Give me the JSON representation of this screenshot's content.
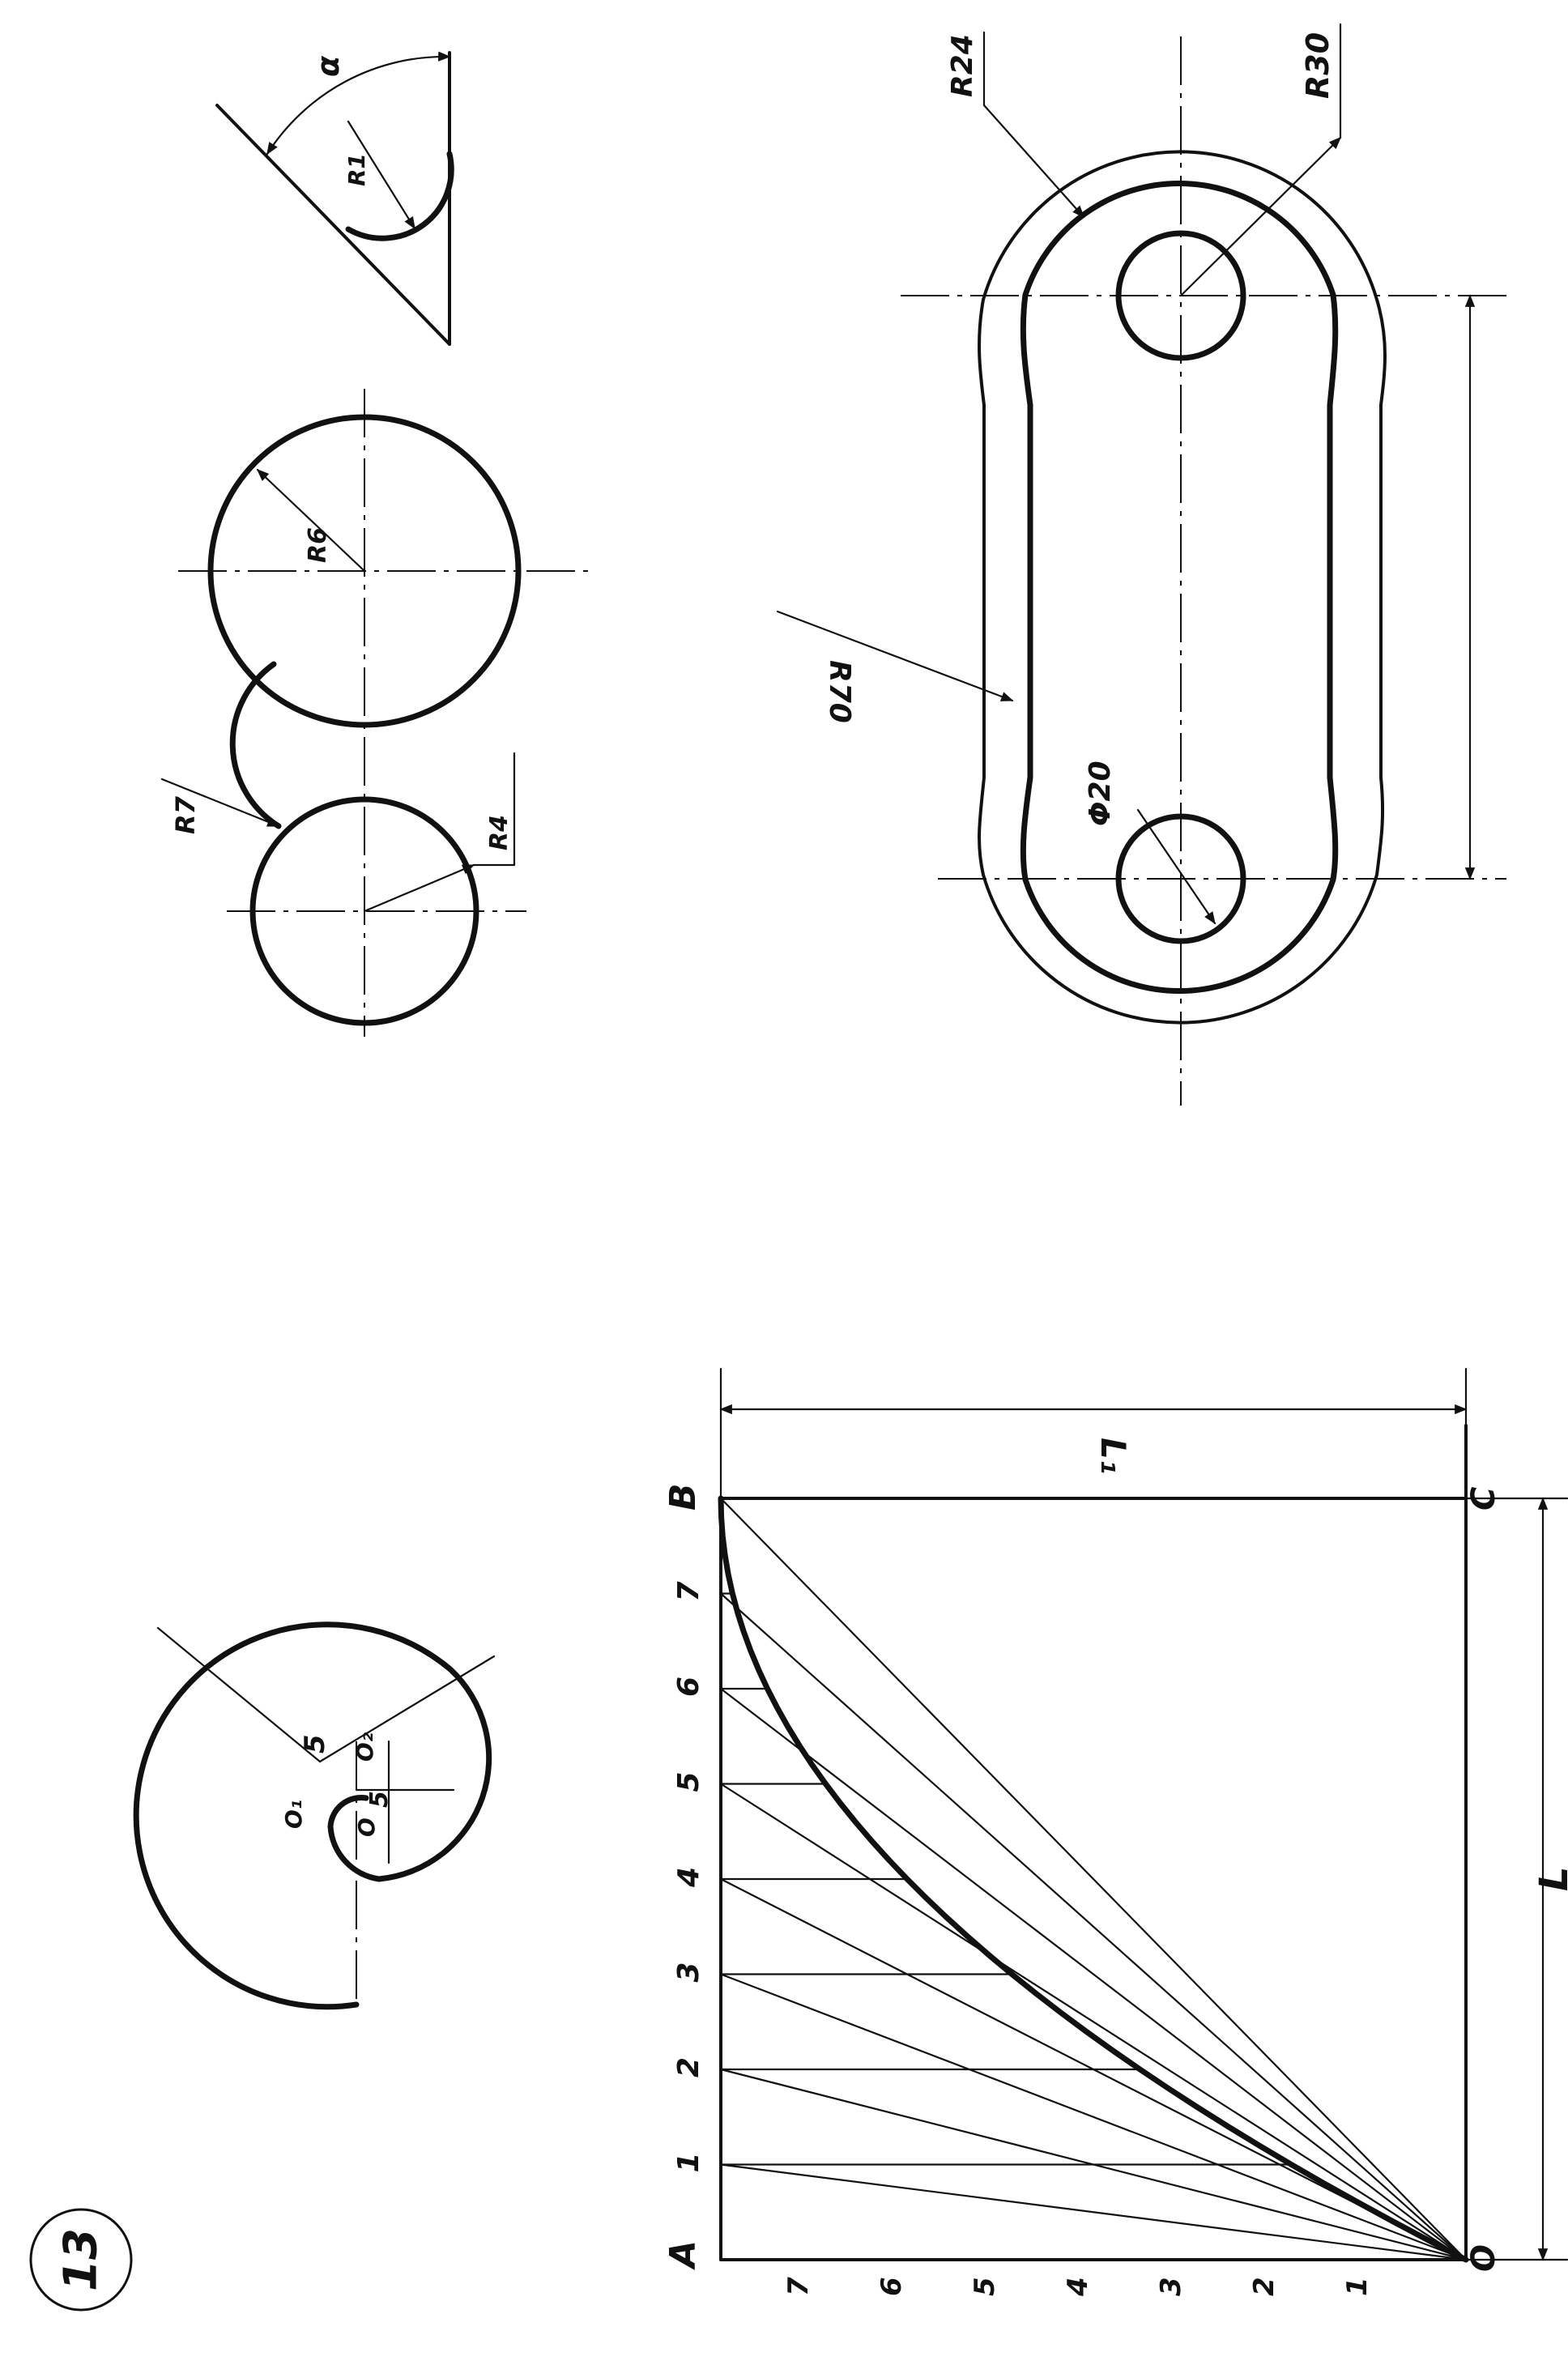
{
  "sheet": {
    "page_number": "13"
  },
  "cam_figure": {
    "labels": {
      "o1": "O₁",
      "o2": "O₂",
      "o": "O",
      "dim_a": "5",
      "dim_b": "5"
    }
  },
  "two_circles_figure": {
    "labels": {
      "r7": "R7",
      "r6": "R6",
      "r4": "R4"
    }
  },
  "corner_fillet_figure": {
    "labels": {
      "angle": "α",
      "r1": "R1"
    }
  },
  "link_plate_figure": {
    "labels": {
      "r24": "R24",
      "r30": "R30",
      "r70": "R70",
      "hole": "Φ20"
    }
  },
  "parabola_construction": {
    "corner_labels": {
      "a": "A",
      "b": "B",
      "c": "C",
      "o": "O"
    },
    "top_divisions": [
      "1",
      "2",
      "3",
      "4",
      "5",
      "6",
      "7"
    ],
    "side_divisions": [
      "1",
      "2",
      "3",
      "4",
      "5",
      "6",
      "7"
    ],
    "dimensions": {
      "length": "L",
      "height": "L₁"
    }
  }
}
